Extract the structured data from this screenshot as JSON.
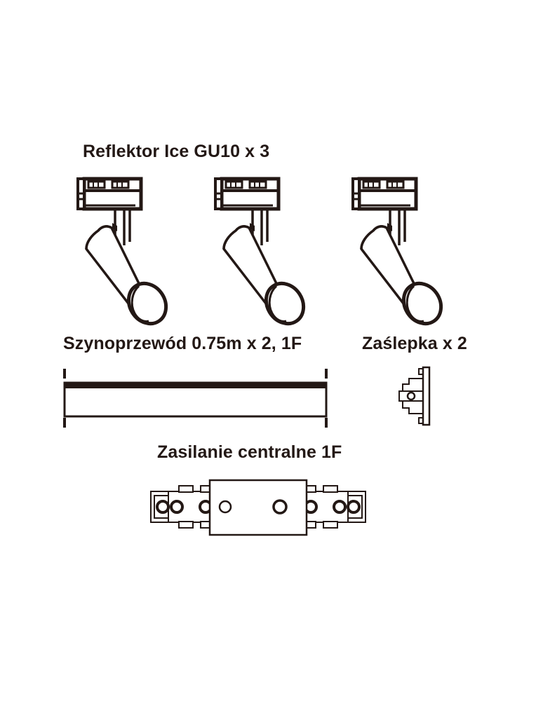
{
  "document": {
    "type": "product-contents-diagram",
    "language": "pl",
    "background_color": "#ffffff",
    "ink_color": "#231815"
  },
  "sections": [
    {
      "id": "spotlights",
      "heading": "Reflektor Ice GU10 x 3",
      "item_name": "Reflektor Ice GU10",
      "quantity": 3,
      "figure": "track-spotlight"
    },
    {
      "id": "rail",
      "heading": "Szynoprzewód 0.75m x 2, 1F",
      "item_name": "Szynoprzewód",
      "length": "0.75m",
      "quantity": 2,
      "phase": "1F",
      "figure": "track-rail"
    },
    {
      "id": "endcap",
      "heading": "Zaślepka x 2",
      "item_name": "Zaślepka",
      "quantity": 2,
      "figure": "track-end-cap"
    },
    {
      "id": "feed",
      "heading": "Zasilanie centralne 1F",
      "item_name": "Zasilanie centralne",
      "phase": "1F",
      "figure": "central-power-feed"
    }
  ],
  "figures": {
    "spotlight": {
      "parts": [
        "track-adapter",
        "stem-bracket",
        "cylinder-body",
        "lens-aperture"
      ],
      "repeat": 3
    },
    "rail": {
      "parts": [
        "rail-profile",
        "rail-top-band",
        "dimension-tick-left",
        "dimension-tick-right"
      ]
    },
    "endcap": {
      "parts": [
        "cover-plate",
        "stepped-body",
        "screw-hole",
        "tab-top",
        "tab-bottom"
      ]
    },
    "feed": {
      "parts": [
        "center-housing",
        "left-connector-arm",
        "right-connector-arm",
        "contact-holes"
      ]
    }
  }
}
